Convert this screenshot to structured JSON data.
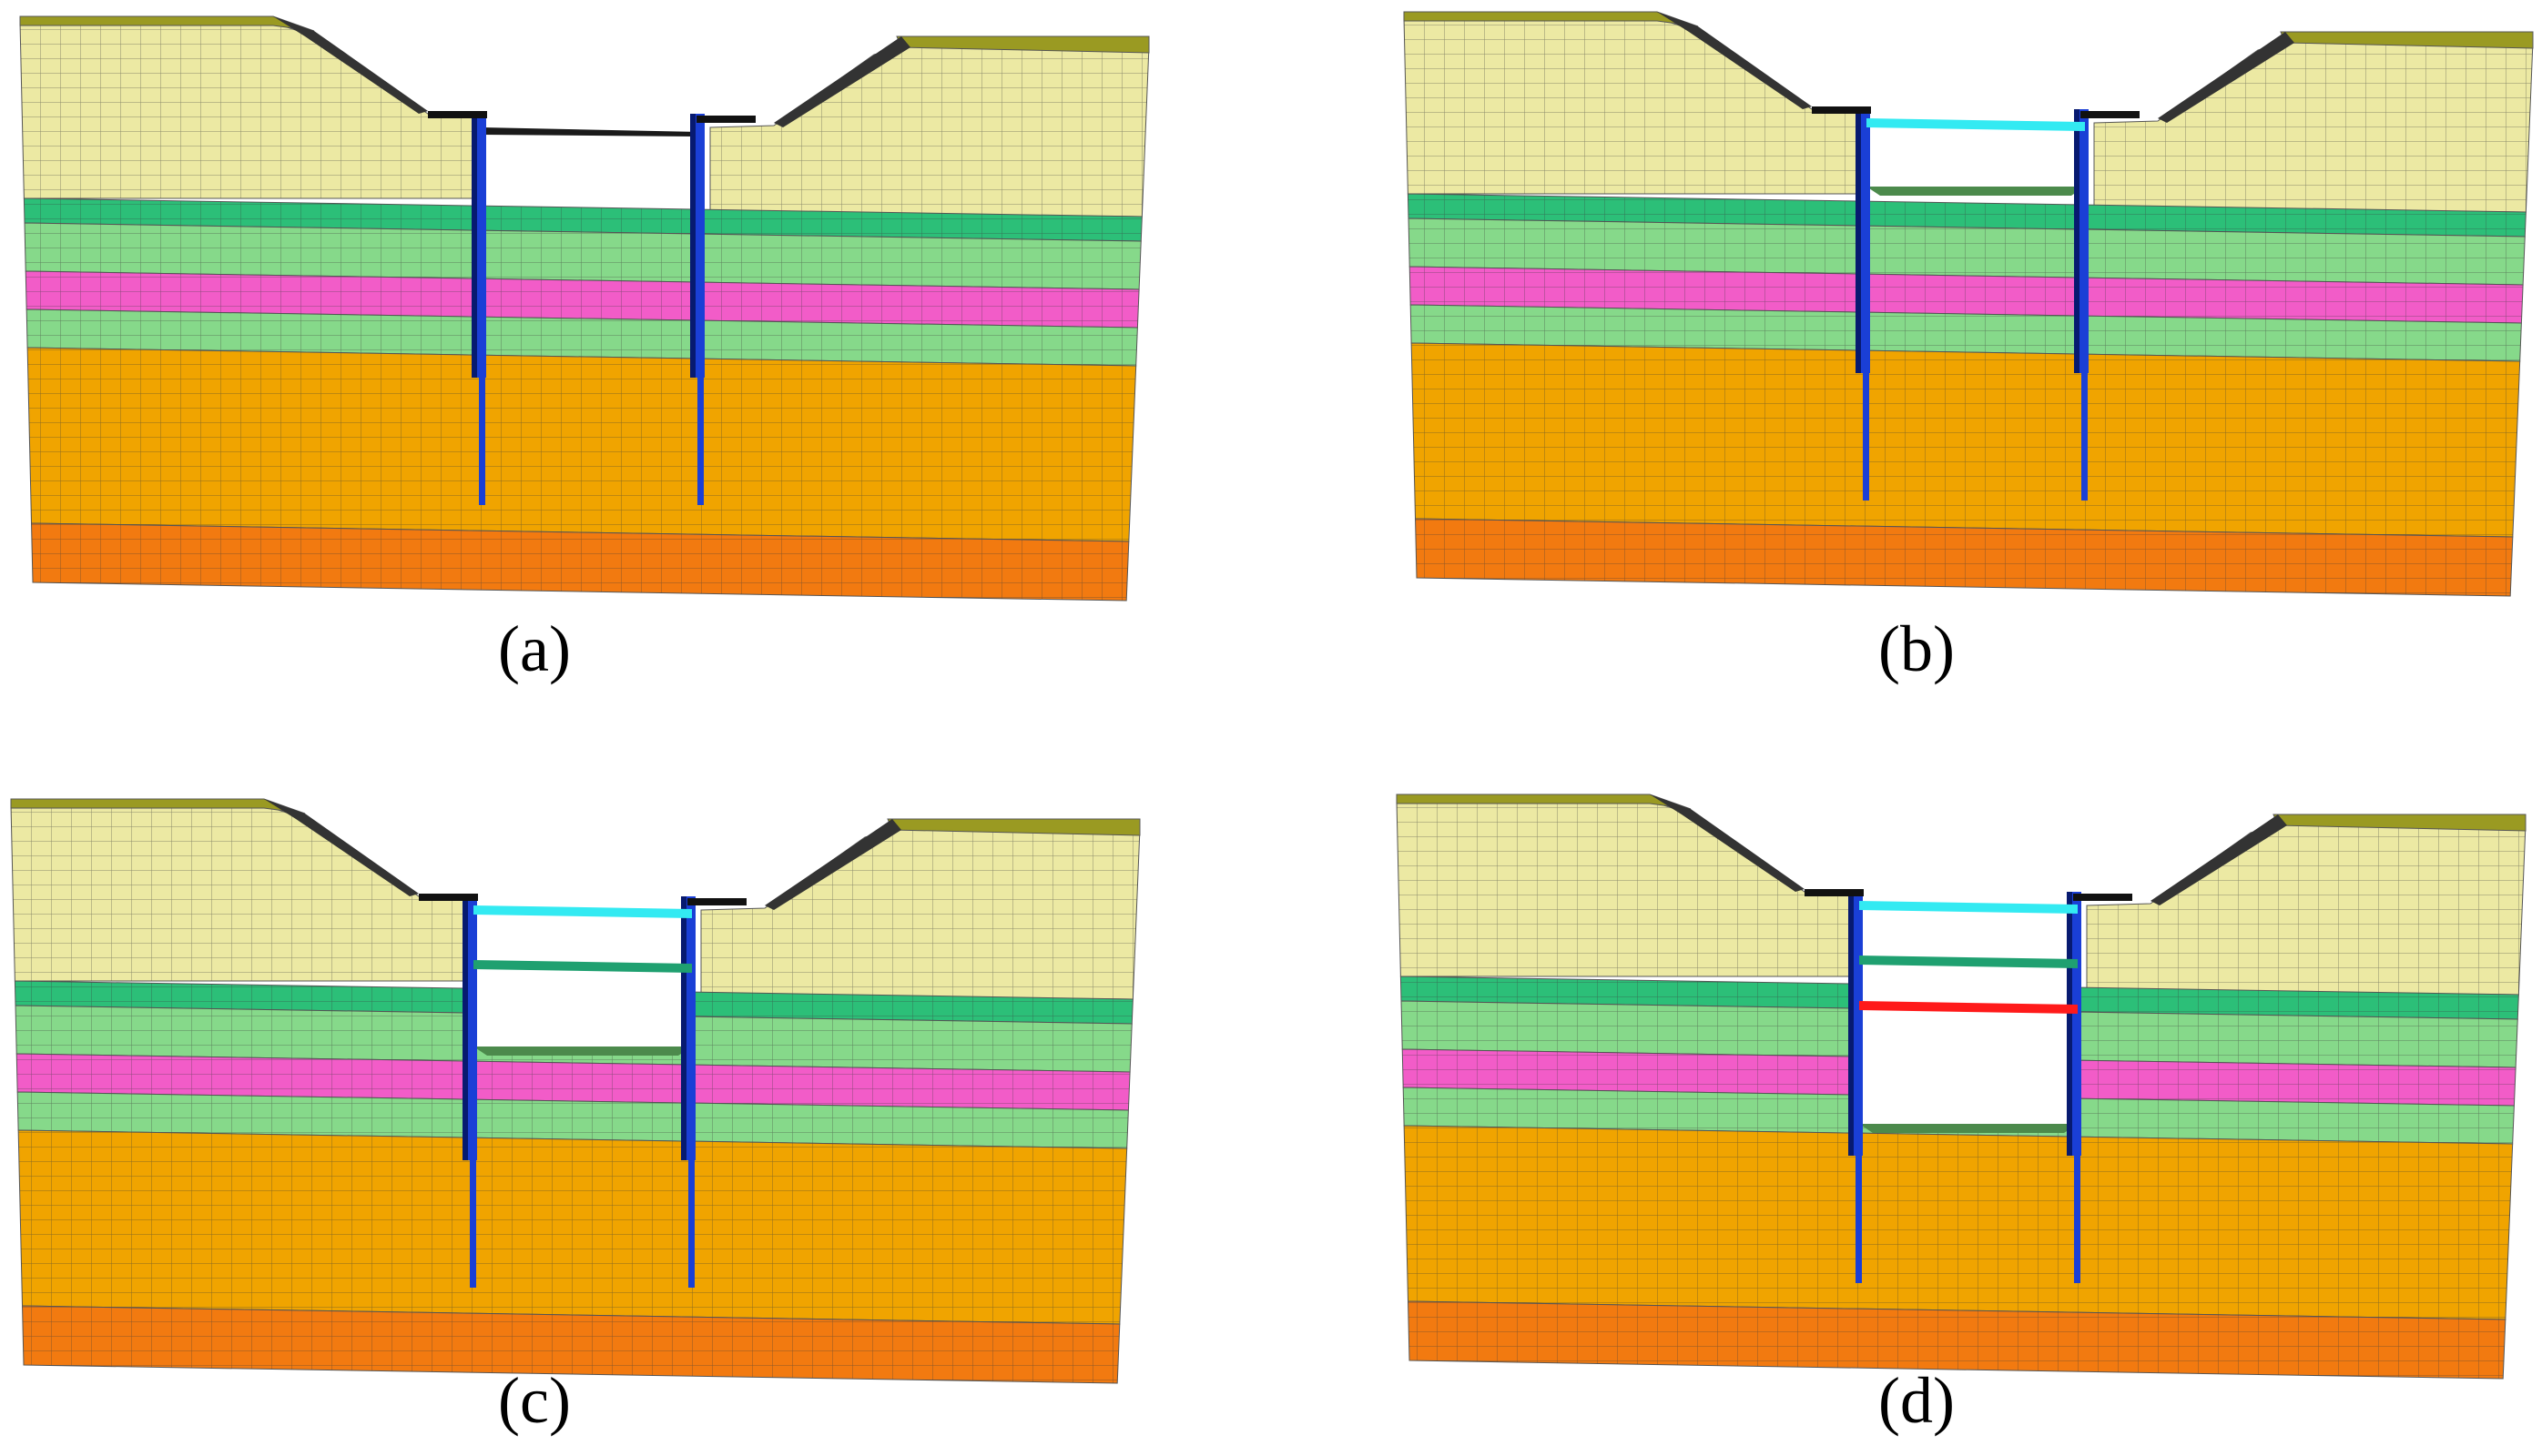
{
  "figure": {
    "panels": [
      {
        "caption": "(a)",
        "struts": []
      },
      {
        "caption": "(b)",
        "struts": [
          "cyan"
        ]
      },
      {
        "caption": "(c)",
        "struts": [
          "cyan",
          "green"
        ]
      },
      {
        "caption": "(d)",
        "struts": [
          "cyan",
          "green",
          "red"
        ]
      }
    ]
  },
  "colors": {
    "ground_top": "#9a9a22",
    "soil_clay_top": "#ece9a3",
    "soil_green_dark": "#2cbf78",
    "soil_green_light": "#86d98a",
    "soil_magenta": "#f25cc8",
    "soil_orange": "#f0a400",
    "soil_orange_dark": "#f27a10",
    "wall_blue": "#1a3fd6",
    "wall_dark": "#071a70",
    "strut_cyan": "#33eaf2",
    "strut_green": "#1fa070",
    "strut_red": "#ff1a1a",
    "mesh": "#3c3c3c"
  }
}
